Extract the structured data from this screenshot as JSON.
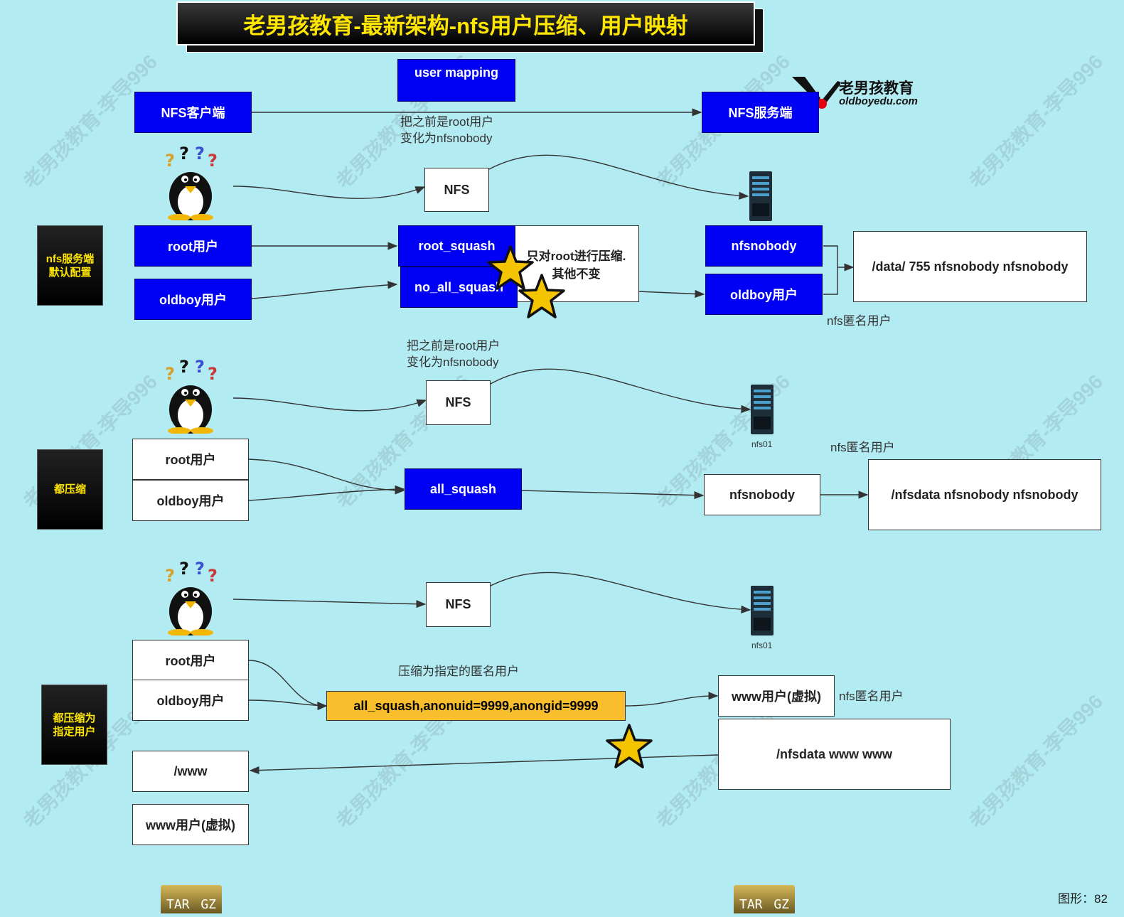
{
  "title": "老男孩教育-最新架构-nfs用户压缩、用户映射",
  "logo": {
    "name": "老男孩教育",
    "url_text": "oldboyedu.com"
  },
  "watermark": "老男孩教育-李导996",
  "top": {
    "user_mapping": "user mapping",
    "client": "NFS客户端",
    "server": "NFS服务端",
    "note_line1": "把之前是root用户",
    "note_line2": "变化为nfsnobody"
  },
  "section1": {
    "label_line1": "nfs服务端",
    "label_line2": "默认配置",
    "nfs": "NFS",
    "root_user": "root用户",
    "oldboy_user": "oldboy用户",
    "root_squash": "root_squash",
    "no_all_squash": "no_all_squash",
    "note_line1": "只对root进行压缩.",
    "note_line2": "其他不变",
    "nfsnobody": "nfsnobody",
    "oldboy_mapped": "oldboy用户",
    "data_dir": "/data/ 755  nfsnobody nfsnobody",
    "anon_label": "nfs匿名用户"
  },
  "section2": {
    "note_line1": "把之前是root用户",
    "note_line2": "变化为nfsnobody",
    "label": "都压缩",
    "nfs": "NFS",
    "server_name": "nfs01",
    "anon_label": "nfs匿名用户",
    "root_user": "root用户",
    "oldboy_user": "oldboy用户",
    "all_squash": "all_squash",
    "nfsnobody": "nfsnobody",
    "data_dir": "/nfsdata  nfsnobody nfsnobody"
  },
  "section3": {
    "label_line1": "都压缩为",
    "label_line2": "指定用户",
    "nfs": "NFS",
    "server_name": "nfs01",
    "root_user": "root用户",
    "oldboy_user": "oldboy用户",
    "note": "压缩为指定的匿名用户",
    "option": "all_squash,anonuid=9999,anongid=9999",
    "www_user": "www用户(虚拟)",
    "anon_label": "nfs匿名用户",
    "data_dir": "/nfsdata  www www",
    "www_dir": "/www",
    "www_user_client": "www用户(虚拟)"
  },
  "archives": [
    {
      "left": "TAR",
      "right": "GZ"
    },
    {
      "left": "TAR",
      "right": "GZ"
    }
  ],
  "status": "图形：82"
}
